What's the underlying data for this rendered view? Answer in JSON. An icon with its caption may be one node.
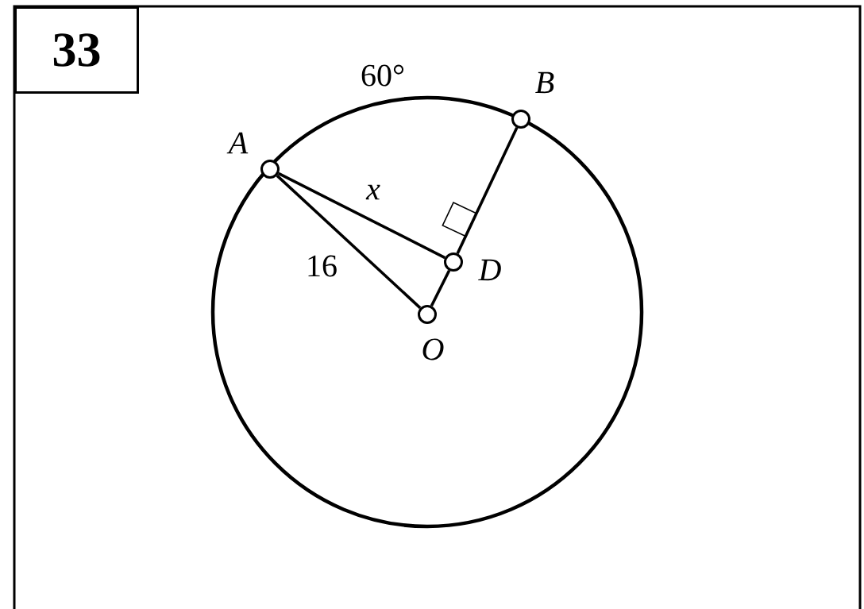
{
  "diagram": {
    "nodes": [
      {
        "text": [
          "33"
        ]
      },
      {
        "text": [],
        "shape": "circle",
        "beside": [
          "A"
        ]
      },
      {
        "text": [],
        "shape": "circle",
        "beside": [
          "B"
        ]
      },
      {
        "text": [],
        "shape": "circle",
        "beside": [
          "D"
        ]
      },
      {
        "text": [],
        "shape": "circle",
        "beside": [
          "O"
        ]
      }
    ],
    "edges": [
      {
        "from": 1,
        "to": 4,
        "arrow": "none",
        "label": "16"
      },
      {
        "from": 4,
        "to": 3,
        "arrow": "none"
      },
      {
        "from": 3,
        "to": 2,
        "arrow": "none"
      },
      {
        "from": 1,
        "to": 3,
        "arrow": "none",
        "label": "x"
      }
    ],
    "labels": [
      "60°"
    ]
  }
}
